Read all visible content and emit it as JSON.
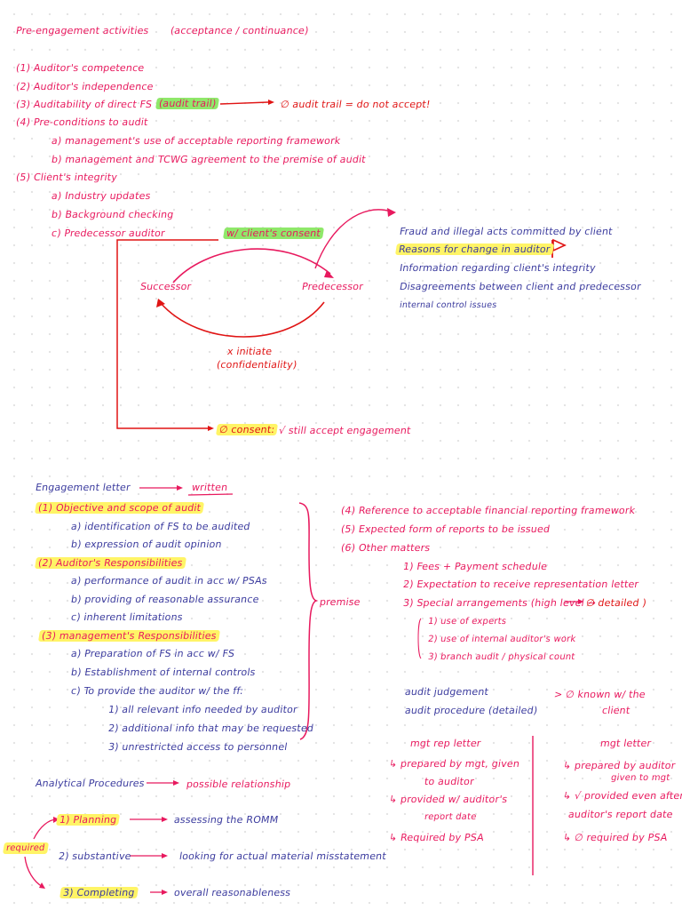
{
  "section1": {
    "title": "Pre-engagement activities",
    "subtitle": "(acceptance / continuance)",
    "items": [
      "(1) Auditor's competence",
      "(2) Auditor's independence",
      "(3) Auditability of direct FS",
      "(4) Pre-conditions to audit",
      "(5) Client's integrity"
    ],
    "audit_trail_tag": "(audit trail)",
    "audit_trail_note": "∅ audit trail = do not accept!",
    "preconditions": [
      "a) management's use of acceptable reporting framework",
      "b) management and TCWG agreement to the premise of audit"
    ],
    "integrity": [
      "a) Industry updates",
      "b) Background checking",
      "c) Predecessor auditor"
    ],
    "consent_tag": "w/ client's consent",
    "successor": "Successor",
    "predecessor": "Predecessor",
    "initiate": "x initiate",
    "confidentiality": "(confidentiality)",
    "inquiries": [
      "Fraud and illegal acts committed by client",
      "Reasons for change in auditor",
      "Information regarding client's integrity",
      "Disagreements between client and predecessor",
      "internal control issues"
    ],
    "no_consent": "∅ consent:",
    "no_consent_note": "√ still accept engagement"
  },
  "section2": {
    "title": "Engagement letter",
    "title_note": "written",
    "obj_heading": "(1) Objective and scope of audit",
    "obj_items": [
      "a) identification of FS to be audited",
      "b) expression of audit opinion"
    ],
    "aud_heading": "(2) Auditor's Responsibilities",
    "aud_items": [
      "a) performance of audit in acc w/ PSAs",
      "b) providing of reasonable assurance",
      "c) inherent limitations"
    ],
    "mgt_heading": "(3) management's Responsibilities",
    "mgt_items": [
      "a) Preparation of FS in acc w/ FS",
      "b) Establishment of internal controls",
      "c) To provide the auditor w/ the ff:"
    ],
    "mgt_sub": [
      "1) all relevant info needed by auditor",
      "2) additional info that may be requested",
      "3) unrestricted access to personnel"
    ],
    "premise": "premise",
    "right_items": [
      "(4) Reference to acceptable financial reporting framework",
      "(5) Expected form of reports to be issued",
      "(6) Other matters"
    ],
    "other": [
      "1) Fees + Payment schedule",
      "2) Expectation to receive representation letter",
      "3) Special arrangements (high level →"
    ],
    "detailed": "∅ detailed )",
    "arrangements": [
      "1) use of experts",
      "2) use of internal auditor's work",
      "3) branch audit / physical count"
    ],
    "judgement": [
      "audit judgement",
      "audit procedure (detailed)"
    ],
    "unknown": [
      "> ∅ known w/ the",
      "client"
    ]
  },
  "section3": {
    "rep_title": "mgt rep letter",
    "rep_items": [
      "↳ prepared by mgt, given",
      "to auditor",
      "↳ provided w/ auditor's",
      "report date",
      "↳ Required by PSA"
    ],
    "let_title": "mgt letter",
    "let_items": [
      "↳ prepared by auditor",
      "given to mgt",
      "↳ √ provided even after",
      "auditor's report date",
      "↳ ∅ required by PSA"
    ]
  },
  "section4": {
    "title": "Analytical Procedures",
    "title_note": "possible relationship",
    "required": "required",
    "steps": [
      {
        "label": "1) Planning",
        "note": "assessing the ROMM"
      },
      {
        "label": "2) substantive",
        "note": "looking for actual material misstatement"
      },
      {
        "label": "3) Completing",
        "note": "overall reasonableness"
      }
    ]
  }
}
